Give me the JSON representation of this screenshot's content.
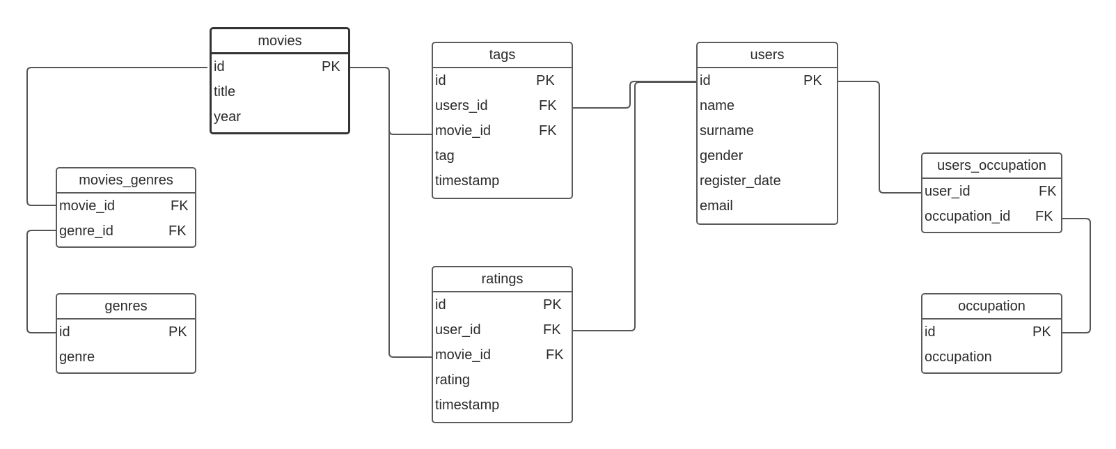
{
  "entities": {
    "movies": {
      "name": "movies",
      "fields": [
        {
          "name": "id",
          "key": "PK"
        },
        {
          "name": "title",
          "key": ""
        },
        {
          "name": "year",
          "key": ""
        }
      ]
    },
    "movies_genres": {
      "name": "movies_genres",
      "fields": [
        {
          "name": "movie_id",
          "key": "FK"
        },
        {
          "name": "genre_id",
          "key": "FK"
        }
      ]
    },
    "genres": {
      "name": "genres",
      "fields": [
        {
          "name": "id",
          "key": "PK"
        },
        {
          "name": "genre",
          "key": ""
        }
      ]
    },
    "tags": {
      "name": "tags",
      "fields": [
        {
          "name": "id",
          "key": "PK"
        },
        {
          "name": "users_id",
          "key": "FK"
        },
        {
          "name": "movie_id",
          "key": "FK"
        },
        {
          "name": "tag",
          "key": ""
        },
        {
          "name": "timestamp",
          "key": ""
        }
      ]
    },
    "ratings": {
      "name": "ratings",
      "fields": [
        {
          "name": "id",
          "key": "PK"
        },
        {
          "name": "user_id",
          "key": "FK"
        },
        {
          "name": "movie_id",
          "key": "FK"
        },
        {
          "name": "rating",
          "key": ""
        },
        {
          "name": "timestamp",
          "key": ""
        }
      ]
    },
    "users": {
      "name": "users",
      "fields": [
        {
          "name": "id",
          "key": "PK"
        },
        {
          "name": "name",
          "key": ""
        },
        {
          "name": "surname",
          "key": ""
        },
        {
          "name": "gender",
          "key": ""
        },
        {
          "name": "register_date",
          "key": ""
        },
        {
          "name": "email",
          "key": ""
        }
      ]
    },
    "users_occupation": {
      "name": "users_occupation",
      "fields": [
        {
          "name": "user_id",
          "key": "FK"
        },
        {
          "name": "occupation_id",
          "key": "FK"
        }
      ]
    },
    "occupation": {
      "name": "occupation",
      "fields": [
        {
          "name": "id",
          "key": "PK"
        },
        {
          "name": "occupation",
          "key": ""
        }
      ]
    }
  },
  "colors": {
    "border": "#5a5a5a",
    "text": "#2b2b2b",
    "connector": "#555555"
  }
}
